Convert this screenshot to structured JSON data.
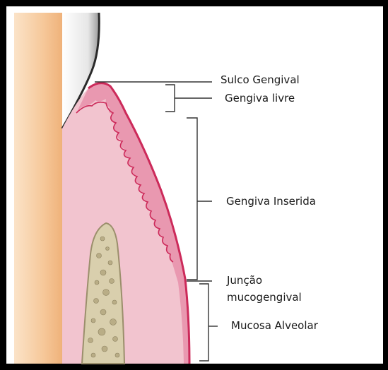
{
  "diagram": {
    "labels": {
      "sulcus": "Sulco Gengival",
      "free_gingiva": "Gengiva livre",
      "attached_gingiva": "Gengiva Inserida",
      "mucogingival_junction_line1": "Junção",
      "mucogingival_junction_line2": "mucogengival",
      "alveolar_mucosa": "Mucosa Alveolar"
    },
    "colors": {
      "tooth_root": "#f6c89a",
      "enamel": "#f2f2f2",
      "gingiva_fill": "#f2c4cf",
      "gingiva_edge": "#cc2a5a",
      "epithelium": "#e58aa5",
      "bone": "#d9cfad",
      "bone_edge": "#9b8f6c",
      "leader_lines": "#333333",
      "frame": "#000000"
    }
  }
}
